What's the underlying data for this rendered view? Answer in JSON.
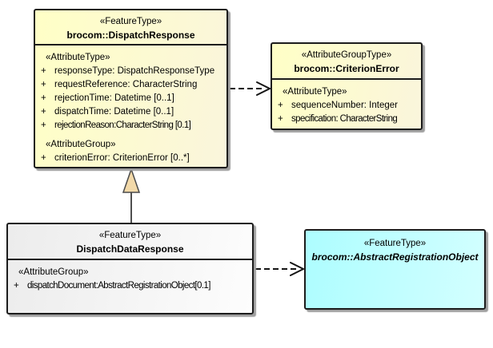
{
  "diagram_title": "UML class diagram",
  "classes": [
    {
      "key": "dispatch-response",
      "stereotype": "«FeatureType»",
      "name": "brocom::DispatchResponse",
      "abstract": false,
      "fill": "yellow",
      "sections": [
        {
          "stereotype": "«AttributeType»",
          "attributes": [
            {
              "vis": "+",
              "text": "responseType: DispatchResponseType"
            },
            {
              "vis": "+",
              "text": "requestReference: CharacterString"
            },
            {
              "vis": "+",
              "text": "rejectionTime: Datetime [0..1]"
            },
            {
              "vis": "+",
              "text": "dispatchTime: Datetime [0..1]"
            },
            {
              "vis": "+",
              "text": "rejectionReason:CharacterString [0.1]",
              "condensed": true
            }
          ]
        },
        {
          "stereotype": "«AttributeGroup»",
          "attributes": [
            {
              "vis": "+",
              "text": "criterionError: CriterionError [0..*]"
            }
          ]
        }
      ]
    },
    {
      "key": "criterion-error",
      "stereotype": "«AttributeGroupType»",
      "name": "brocom::CriterionError",
      "abstract": false,
      "fill": "yellow",
      "sections": [
        {
          "stereotype": "«AttributeType»",
          "attributes": [
            {
              "vis": "+",
              "text": "sequenceNumber: Integer"
            },
            {
              "vis": "+",
              "text": "specification: CharacterString",
              "condensed": true
            }
          ]
        }
      ]
    },
    {
      "key": "dispatch-data-response",
      "stereotype": "«FeatureType»",
      "name": "DispatchDataResponse",
      "abstract": false,
      "fill": "gray",
      "sections": [
        {
          "stereotype": "«AttributeGroup»",
          "attributes": [
            {
              "vis": "+",
              "text": "dispatchDocument:AbstractRegistrationObject[0.1]",
              "condensed": true
            }
          ]
        }
      ]
    },
    {
      "key": "abstract-registration-object",
      "stereotype": "«FeatureType»",
      "name": "brocom::AbstractRegistrationObject",
      "abstract": true,
      "fill": "cyan",
      "sections": []
    }
  ],
  "connectors": [
    {
      "type": "dependency",
      "from": "dispatch-response",
      "to": "criterion-error"
    },
    {
      "type": "generalization",
      "from": "dispatch-data-response",
      "to": "dispatch-response"
    },
    {
      "type": "dependency",
      "from": "dispatch-data-response",
      "to": "abstract-registration-object"
    }
  ],
  "colors": {
    "class_yellow_from": "#FFFFC6",
    "class_yellow_to": "#FAF5DC",
    "class_gray_from": "#ECECEC",
    "class_gray_to": "#FDFDFD",
    "class_cyan_from": "#ADFDFF",
    "class_cyan_to": "#D3FFFF",
    "border": "#1C1C1C",
    "shadow": "#9F9F9F",
    "generalization_triangle_fill": "#F2D9A9",
    "background": "#FFFFFF"
  }
}
